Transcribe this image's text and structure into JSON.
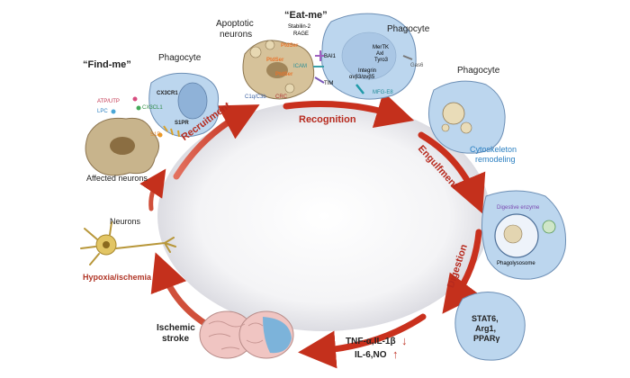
{
  "stages": {
    "find_me": "“Find-me”",
    "eat_me": "“Eat-me”",
    "recruitment": "Recruitment",
    "recognition": "Recognition",
    "engulfment": "Engulfment",
    "digestion": "Digestion"
  },
  "cells": {
    "phagocyte_1": "Phagocyte",
    "phagocyte_2": "Phagocyte",
    "phagocyte_3": "Phagocyte",
    "apoptotic_neurons": [
      "Apoptotic",
      "neurons"
    ],
    "affected_neurons": "Affected neurons",
    "neurons": "Neurons"
  },
  "find_me_signals": {
    "atp_utp": "ATP/UTP",
    "lpc": "LPC",
    "cx3cl1": "CX3CL1",
    "cx3cr1": "CX3CR1",
    "s1pr": "S1PR",
    "s1p": "S1P"
  },
  "eat_me_signals": {
    "stabilin_rage": [
      "Stabilin-2",
      "RAGE"
    ],
    "bai1": "BAI1",
    "ps_exposed": [
      "PtdSer",
      "PtdSer",
      "PtdSer"
    ],
    "icam": "ICAM",
    "tim": "TIM",
    "c1q_c3b": "C1q/C3b",
    "crc": "CRC",
    "mertk_axl_tyro3": [
      "MerTK",
      "Axl",
      "Tyro3"
    ],
    "gas6": "Gas6",
    "integrin": [
      "Integrin",
      "αvβ3/αvβ5"
    ],
    "mfg_e8": "MFG-E8"
  },
  "engulfment_labels": {
    "cytoskeleton": [
      "Cytoskeleton",
      "remodeling"
    ]
  },
  "digestion_labels": {
    "digestive_enzyme": "Digestive enzyme",
    "phagolysosome": "Phagolysosome"
  },
  "outcome_labels": {
    "markers": [
      "STAT6,",
      "Arg1,",
      "PPARγ"
    ],
    "cytokines_down": "TNF-α,IL-1β",
    "cytokines_up": "IL-6,NO",
    "down_arrow": "↓",
    "up_arrow": "↑"
  },
  "injury_labels": {
    "hypoxia": "Hypoxia/ischemia",
    "ischemic_stroke": [
      "Ischemic",
      "stroke"
    ]
  },
  "colors": {
    "cycle_arrow": "#d23a26",
    "phagocyte_fill": "#bcd6ee",
    "phagocyte_edge": "#6d8fb5",
    "neuron_fill": "#c7b08a",
    "neuron_edge": "#8c7650",
    "ps_label": "#e8742c",
    "cytoskeleton_text": "#2a7fc1",
    "hypoxia_text": "#b03526"
  }
}
